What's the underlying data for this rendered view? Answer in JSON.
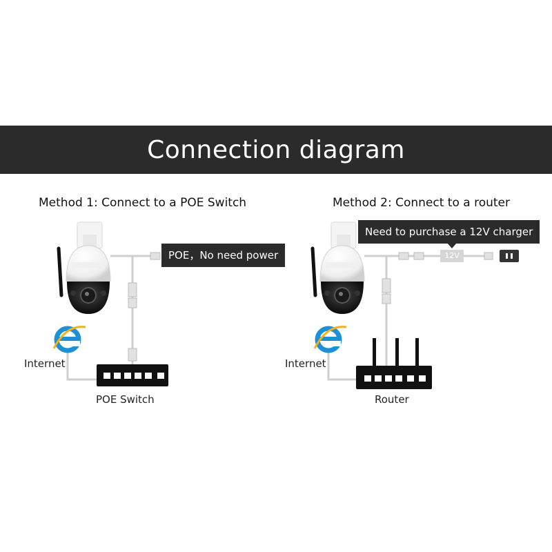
{
  "title": "Connection diagram",
  "method1": {
    "title": "Method 1: Connect to a POE Switch",
    "callout": "POE，No need power",
    "internet_label": "Internet",
    "device_label": "POE Switch"
  },
  "method2": {
    "title": "Method 2: Connect to a router",
    "callout": "Need to purchase a 12V charger",
    "adapter_label": "12V",
    "internet_label": "Internet",
    "device_label": "Router"
  },
  "colors": {
    "banner": "#2b2b2b",
    "line": "#cfcfcf",
    "ie_blue": "#1e90d6",
    "device": "#111111"
  },
  "icons": [
    "ptz-camera-icon",
    "internet-explorer-icon",
    "poe-switch-icon",
    "router-icon",
    "power-adapter-icon",
    "power-outlet-icon"
  ]
}
